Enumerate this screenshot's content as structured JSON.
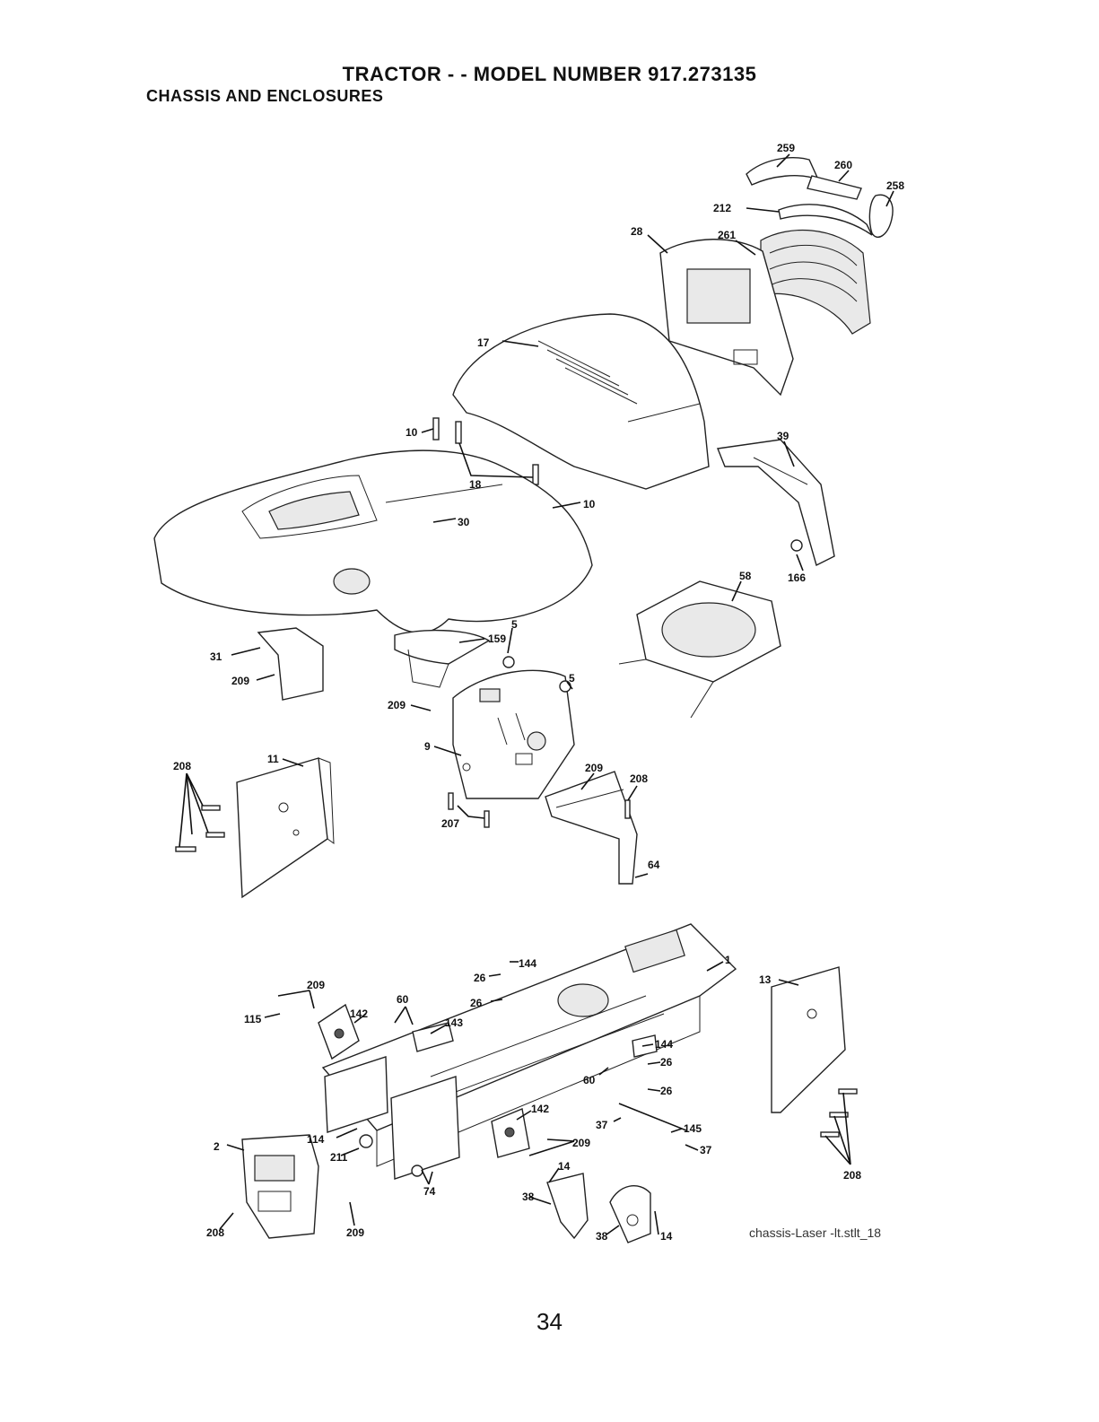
{
  "header": {
    "title": "TRACTOR - - MODEL NUMBER 917.273135",
    "subtitle": "CHASSIS AND ENCLOSURES"
  },
  "footer": {
    "drawing_code": "chassis-Laser -lt.stlt_18",
    "page_number": "34"
  },
  "callouts": {
    "c259": "259",
    "c260": "260",
    "c258": "258",
    "c212": "212",
    "c28": "28",
    "c261": "261",
    "c17": "17",
    "c10a": "10",
    "c18": "18",
    "c10b": "10",
    "c30": "30",
    "c39": "39",
    "c166": "166",
    "c58": "58",
    "c159": "159",
    "c5a": "5",
    "c5b": "5",
    "c31": "31",
    "c209a": "209",
    "c209b": "209",
    "c9": "9",
    "c208a": "208",
    "c11": "11",
    "c209c": "209",
    "c208b": "208",
    "c207": "207",
    "c64": "64",
    "c144a": "144",
    "c26a": "26",
    "c1": "1",
    "c209d": "209",
    "c26b": "26",
    "c13": "13",
    "c60a": "60",
    "c142a": "142",
    "c115": "115",
    "c143": "143",
    "c144b": "144",
    "c26c": "26",
    "c60b": "60",
    "c26d": "26",
    "c142b": "142",
    "c37a": "37",
    "c145": "145",
    "c114": "114",
    "c209e": "209",
    "c37b": "37",
    "c2": "2",
    "c211": "211",
    "c208c": "208",
    "c14a": "14",
    "c74": "74",
    "c38a": "38",
    "c208d": "208",
    "c209f": "209",
    "c38b": "38",
    "c14b": "14"
  }
}
